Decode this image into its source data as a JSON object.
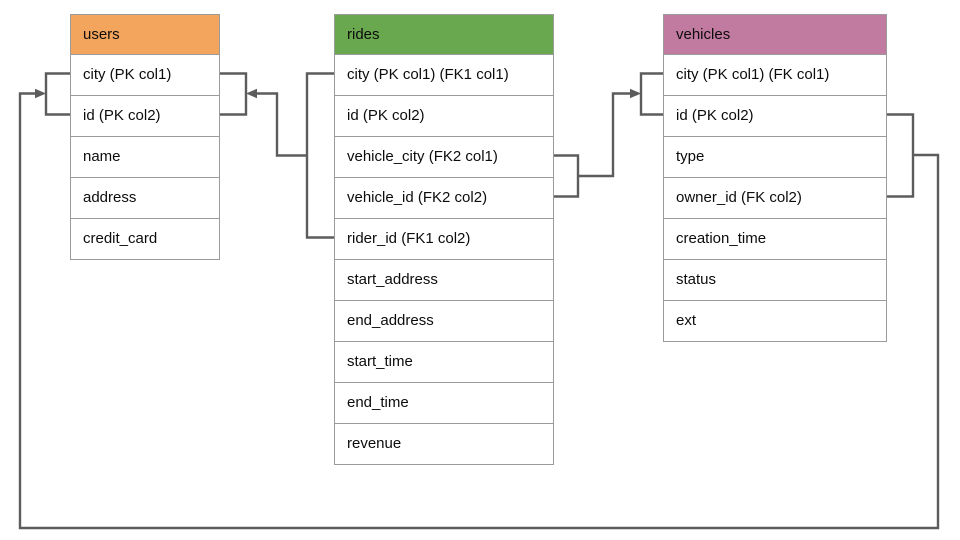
{
  "diagram": {
    "kind": "database-schema",
    "tables": [
      {
        "name": "users",
        "header_color": "#F4A55D",
        "columns": [
          "city (PK col1)",
          "id (PK col2)",
          "name",
          "address",
          "credit_card"
        ]
      },
      {
        "name": "rides",
        "header_color": "#6AA84F",
        "columns": [
          "city (PK col1) (FK1 col1)",
          "id (PK col2)",
          "vehicle_city (FK2 col1)",
          "vehicle_id (FK2 col2)",
          "rider_id (FK1 col2)",
          "start_address",
          "end_address",
          "start_time",
          "end_time",
          "revenue"
        ]
      },
      {
        "name": "vehicles",
        "header_color": "#C27BA0",
        "columns": [
          "city (PK col1) (FK col1)",
          "id (PK col2)",
          "type",
          "owner_id (FK col2)",
          "creation_time",
          "status",
          "ext"
        ]
      }
    ],
    "relationships": [
      {
        "name": "FK1",
        "from": "rides (city, rider_id)",
        "to": "users (city, id)"
      },
      {
        "name": "FK2",
        "from": "rides (vehicle_city, vehicle_id)",
        "to": "vehicles (city, id)"
      },
      {
        "name": "FK",
        "from": "vehicles (city, owner_id)",
        "to": "users (city, id)"
      }
    ],
    "colors": {
      "connector": "#5C5C5C",
      "table_border": "#9B9B9B",
      "background": "#FFFFFF"
    }
  }
}
